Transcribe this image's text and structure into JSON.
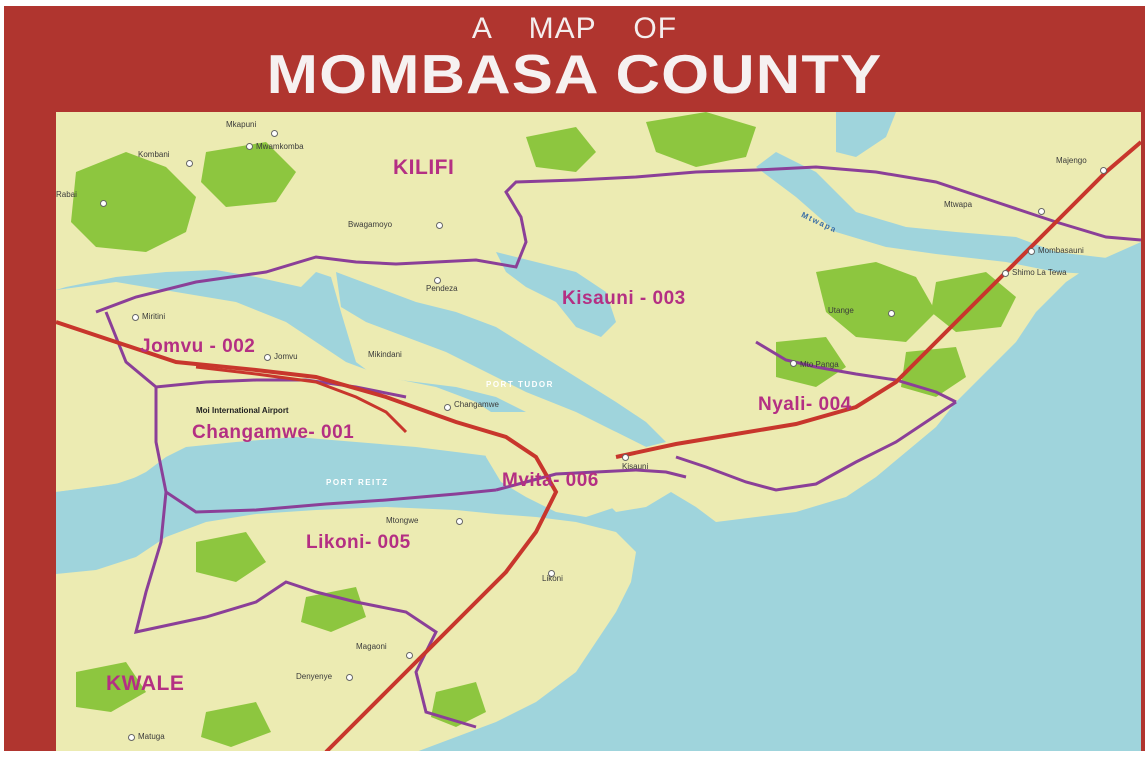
{
  "title": {
    "line1": "A MAP   OF",
    "line2": "MOMBASA COUNTY"
  },
  "regions": {
    "kilifi": "KILIFI",
    "kwale": "KWALE"
  },
  "constituencies": [
    {
      "id": "kisauni",
      "label": "Kisauni - 003"
    },
    {
      "id": "jomvu",
      "label": "Jomvu - 002"
    },
    {
      "id": "nyali",
      "label": "Nyali- 004"
    },
    {
      "id": "changamwe",
      "label": "Changamwe- 001"
    },
    {
      "id": "mvita",
      "label": "Mvita- 006"
    },
    {
      "id": "likoni",
      "label": "Likoni- 005"
    }
  ],
  "places": [
    {
      "id": "mkapuni",
      "label": "Mkapuni"
    },
    {
      "id": "mwamkomba",
      "label": "Mwamkomba"
    },
    {
      "id": "kombani",
      "label": "Kombani"
    },
    {
      "id": "rabai",
      "label": "Rabai"
    },
    {
      "id": "bwagamoyo",
      "label": "Bwagamoyo"
    },
    {
      "id": "pendeza",
      "label": "Pendeza"
    },
    {
      "id": "miritini",
      "label": "Miritini"
    },
    {
      "id": "jomvu-town",
      "label": "Jomvu"
    },
    {
      "id": "mikindani",
      "label": "Mikindani"
    },
    {
      "id": "changamwe-town",
      "label": "Changamwe"
    },
    {
      "id": "majengo",
      "label": "Majengo"
    },
    {
      "id": "mtwapa",
      "label": "Mtwapa"
    },
    {
      "id": "mombasauni",
      "label": "Mombasauni"
    },
    {
      "id": "shimo",
      "label": "Shimo La Tewa"
    },
    {
      "id": "utange",
      "label": "Utange"
    },
    {
      "id": "mtopanga",
      "label": "Mto Panga"
    },
    {
      "id": "kisauni-town",
      "label": "Kisauni"
    },
    {
      "id": "mtongwe",
      "label": "Mtongwe"
    },
    {
      "id": "likoni-town",
      "label": "Likoni"
    },
    {
      "id": "magaoni",
      "label": "Magaoni"
    },
    {
      "id": "denyenye",
      "label": "Denyenye"
    },
    {
      "id": "matuga",
      "label": "Matuga"
    }
  ],
  "airport": "Moi International Airport",
  "water": {
    "port_tudor": "PORT TUDOR",
    "port_reitz": "PORT   REITZ",
    "creek": "Mtwapa"
  },
  "colors": {
    "frame": "#b0352f",
    "sea": "#9fd4dc",
    "land": "#ecebb2",
    "forest": "#8dc63f",
    "boundary": "#8b3f98",
    "railway": "#c8362c",
    "label": "#b42f83"
  }
}
